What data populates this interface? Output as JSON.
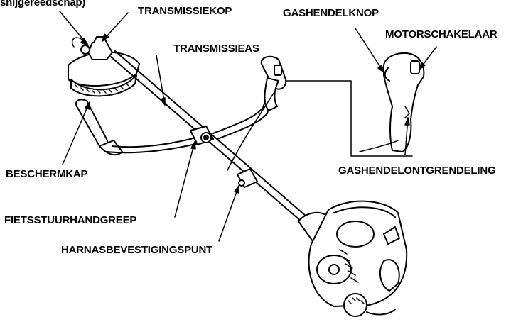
{
  "labels": {
    "cutting_tool": "snijgereedschap)",
    "transmission_head": "TRANSMISSIEKOP",
    "throttle_knob": "GASHENDELKNOP",
    "engine_switch": "MOTORSCHAKELAAR",
    "transmission_shaft": "TRANSMISSIEAS",
    "guard": "BESCHERMKAP",
    "throttle_release": "GASHENDELONTGRENDELING",
    "bike_handle": "FIETSSTUURHANDGREEP",
    "harness_point": "HARNASBEVESTIGINGSPUNT"
  },
  "colors": {
    "ink": "#000000",
    "background": "#ffffff"
  }
}
